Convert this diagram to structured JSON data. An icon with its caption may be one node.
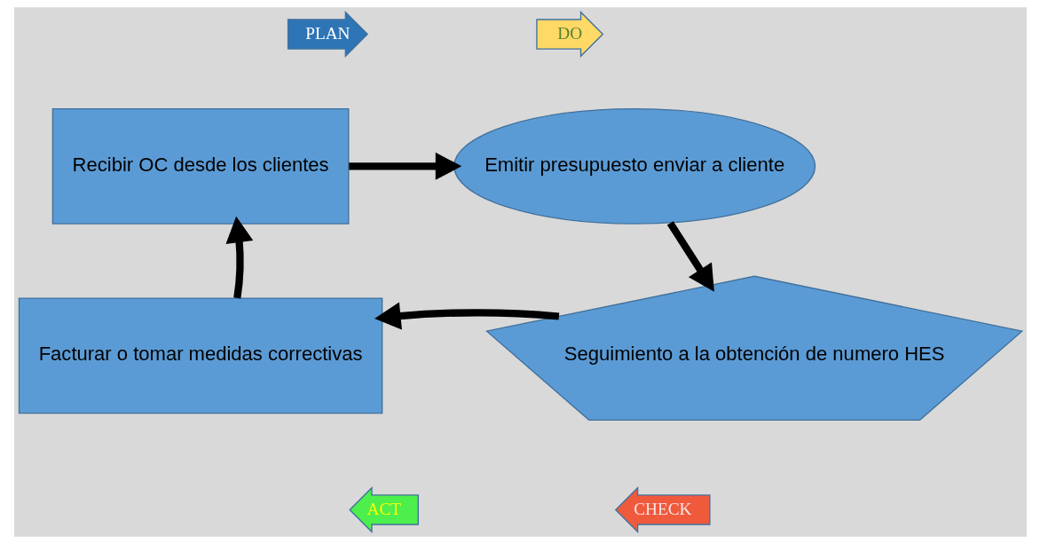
{
  "diagram": {
    "nodes": [
      {
        "text": [
          "PLAN"
        ]
      },
      {
        "text": [
          "DO"
        ]
      },
      {
        "text": [
          "Recibir OC desde los clientes"
        ]
      },
      {
        "text": [
          "Emitir presupuesto enviar a cliente"
        ]
      },
      {
        "text": [
          "Facturar o tomar medidas correctivas"
        ]
      },
      {
        "text": [
          "Seguimiento a la obtención de numero HES"
        ]
      },
      {
        "text": [
          "ACT"
        ]
      },
      {
        "text": [
          "CHECK"
        ]
      }
    ],
    "edges": [
      {
        "from": 2,
        "to": 3,
        "arrow": "to"
      },
      {
        "from": 3,
        "to": 5,
        "arrow": "to"
      },
      {
        "from": 5,
        "to": 4,
        "arrow": "to"
      },
      {
        "from": 4,
        "to": 2,
        "arrow": "to"
      }
    ]
  }
}
